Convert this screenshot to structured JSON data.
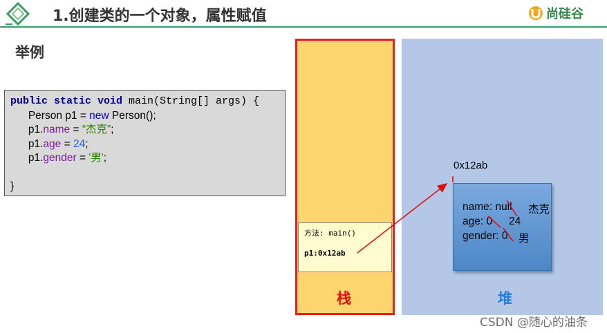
{
  "header": {
    "title": "1.创建类的一个对象，属性赋值",
    "brand": "尚硅谷"
  },
  "section_label": "举例",
  "code": {
    "line1": "public static void main(String[] args) {",
    "line1_kw": "public static void",
    "line1_rest": " main(String[] args) {",
    "line2_a": "Person p1 = ",
    "line2_new": "new",
    "line2_b": " Person();",
    "line3_obj": "p1.",
    "line3_field": "name",
    "line3_eq": " = ",
    "line3_val": "“杰克”",
    "line3_end": ";",
    "line4_obj": "p1.",
    "line4_field": "age",
    "line4_eq": " = ",
    "line4_val": "24",
    "line4_end": ";",
    "line5_obj": "p1.",
    "line5_field": "gender",
    "line5_eq": " = ",
    "line5_val": "'男'",
    "line5_end": ";",
    "close": "}"
  },
  "stack": {
    "label": "栈",
    "frame_method": "方法: main()",
    "frame_var": "p1:0x12ab"
  },
  "heap": {
    "label": "堆",
    "address": "0x12ab",
    "name_attr": "name: null",
    "age_attr": "age: 0",
    "gender_attr": "gender: 0",
    "name_new": "杰克",
    "age_new": "24",
    "gender_new": "男"
  },
  "watermark": "CSDN @随心的油条",
  "colors": {
    "stack_fill": "#fdd56f",
    "stack_border": "#ee1c1c",
    "heap_fill": "#b4c7e7",
    "object_fill": "#5b8fd0",
    "arrow": "#e01010",
    "header_line": "#3a9d5d"
  }
}
